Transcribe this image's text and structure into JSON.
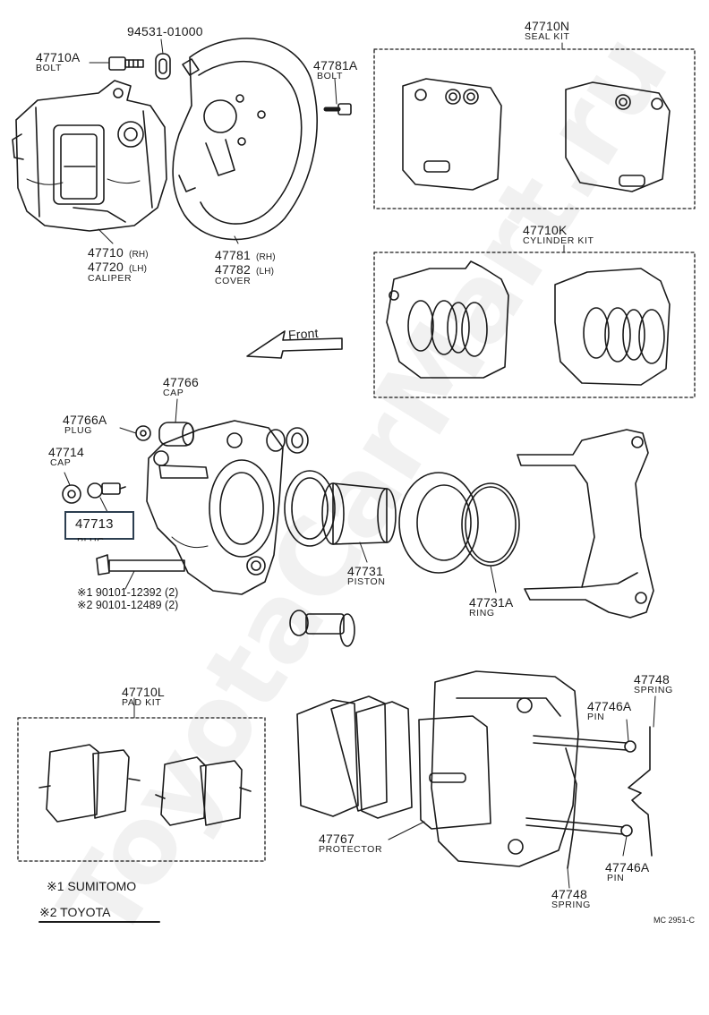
{
  "watermark": "ToyotaCarMart.ru",
  "highlight_color": "#2c3e50",
  "parts": {
    "bolt_a": {
      "number": "47710A",
      "name": "BOLT"
    },
    "gasket": {
      "number": "94531-01000"
    },
    "caliper": {
      "number_rh": "47710",
      "number_lh": "47720",
      "rh": "(RH)",
      "lh": "(LH)",
      "name": "CALIPER"
    },
    "cover": {
      "number_rh": "47781",
      "number_lh": "47782",
      "rh": "(RH)",
      "lh": "(LH)",
      "name": "COVER"
    },
    "cover_bolt": {
      "number": "47781A",
      "name": "BOLT"
    },
    "seal_kit": {
      "number": "47710N",
      "name": "SEAL KIT"
    },
    "cylinder_kit": {
      "number": "47710K",
      "name": "CYLINDER KIT"
    },
    "front_label": "Front",
    "cap": {
      "number": "47766",
      "name": "CAP"
    },
    "plug_a": {
      "number": "47766A",
      "name": "PLUG"
    },
    "cap_b": {
      "number": "47714",
      "name": "CAP"
    },
    "plug": {
      "number": "47713",
      "name": "PLUG"
    },
    "bolt_1": "※1 90101-12392 (2)",
    "bolt_2": "※2 90101-12489 (2)",
    "piston": {
      "number": "47731",
      "name": "PISTON"
    },
    "ring": {
      "number": "47731A",
      "name": "RING"
    },
    "pad_kit": {
      "number": "47710L",
      "name": "PAD KIT"
    },
    "protector": {
      "number": "47767",
      "name": "PROTECTOR"
    },
    "spring_top": {
      "number": "47748",
      "name": "SPRING"
    },
    "pin_top": {
      "number": "47746A",
      "name": "PIN"
    },
    "pin_bottom": {
      "number": "47746A",
      "name": "PIN"
    },
    "spring_bottom": {
      "number": "47748",
      "name": "SPRING"
    }
  },
  "legend": {
    "item1": "※1 SUMITOMO",
    "item2": "※2  TOYOTA"
  },
  "figure_code": "MC 2951-C"
}
